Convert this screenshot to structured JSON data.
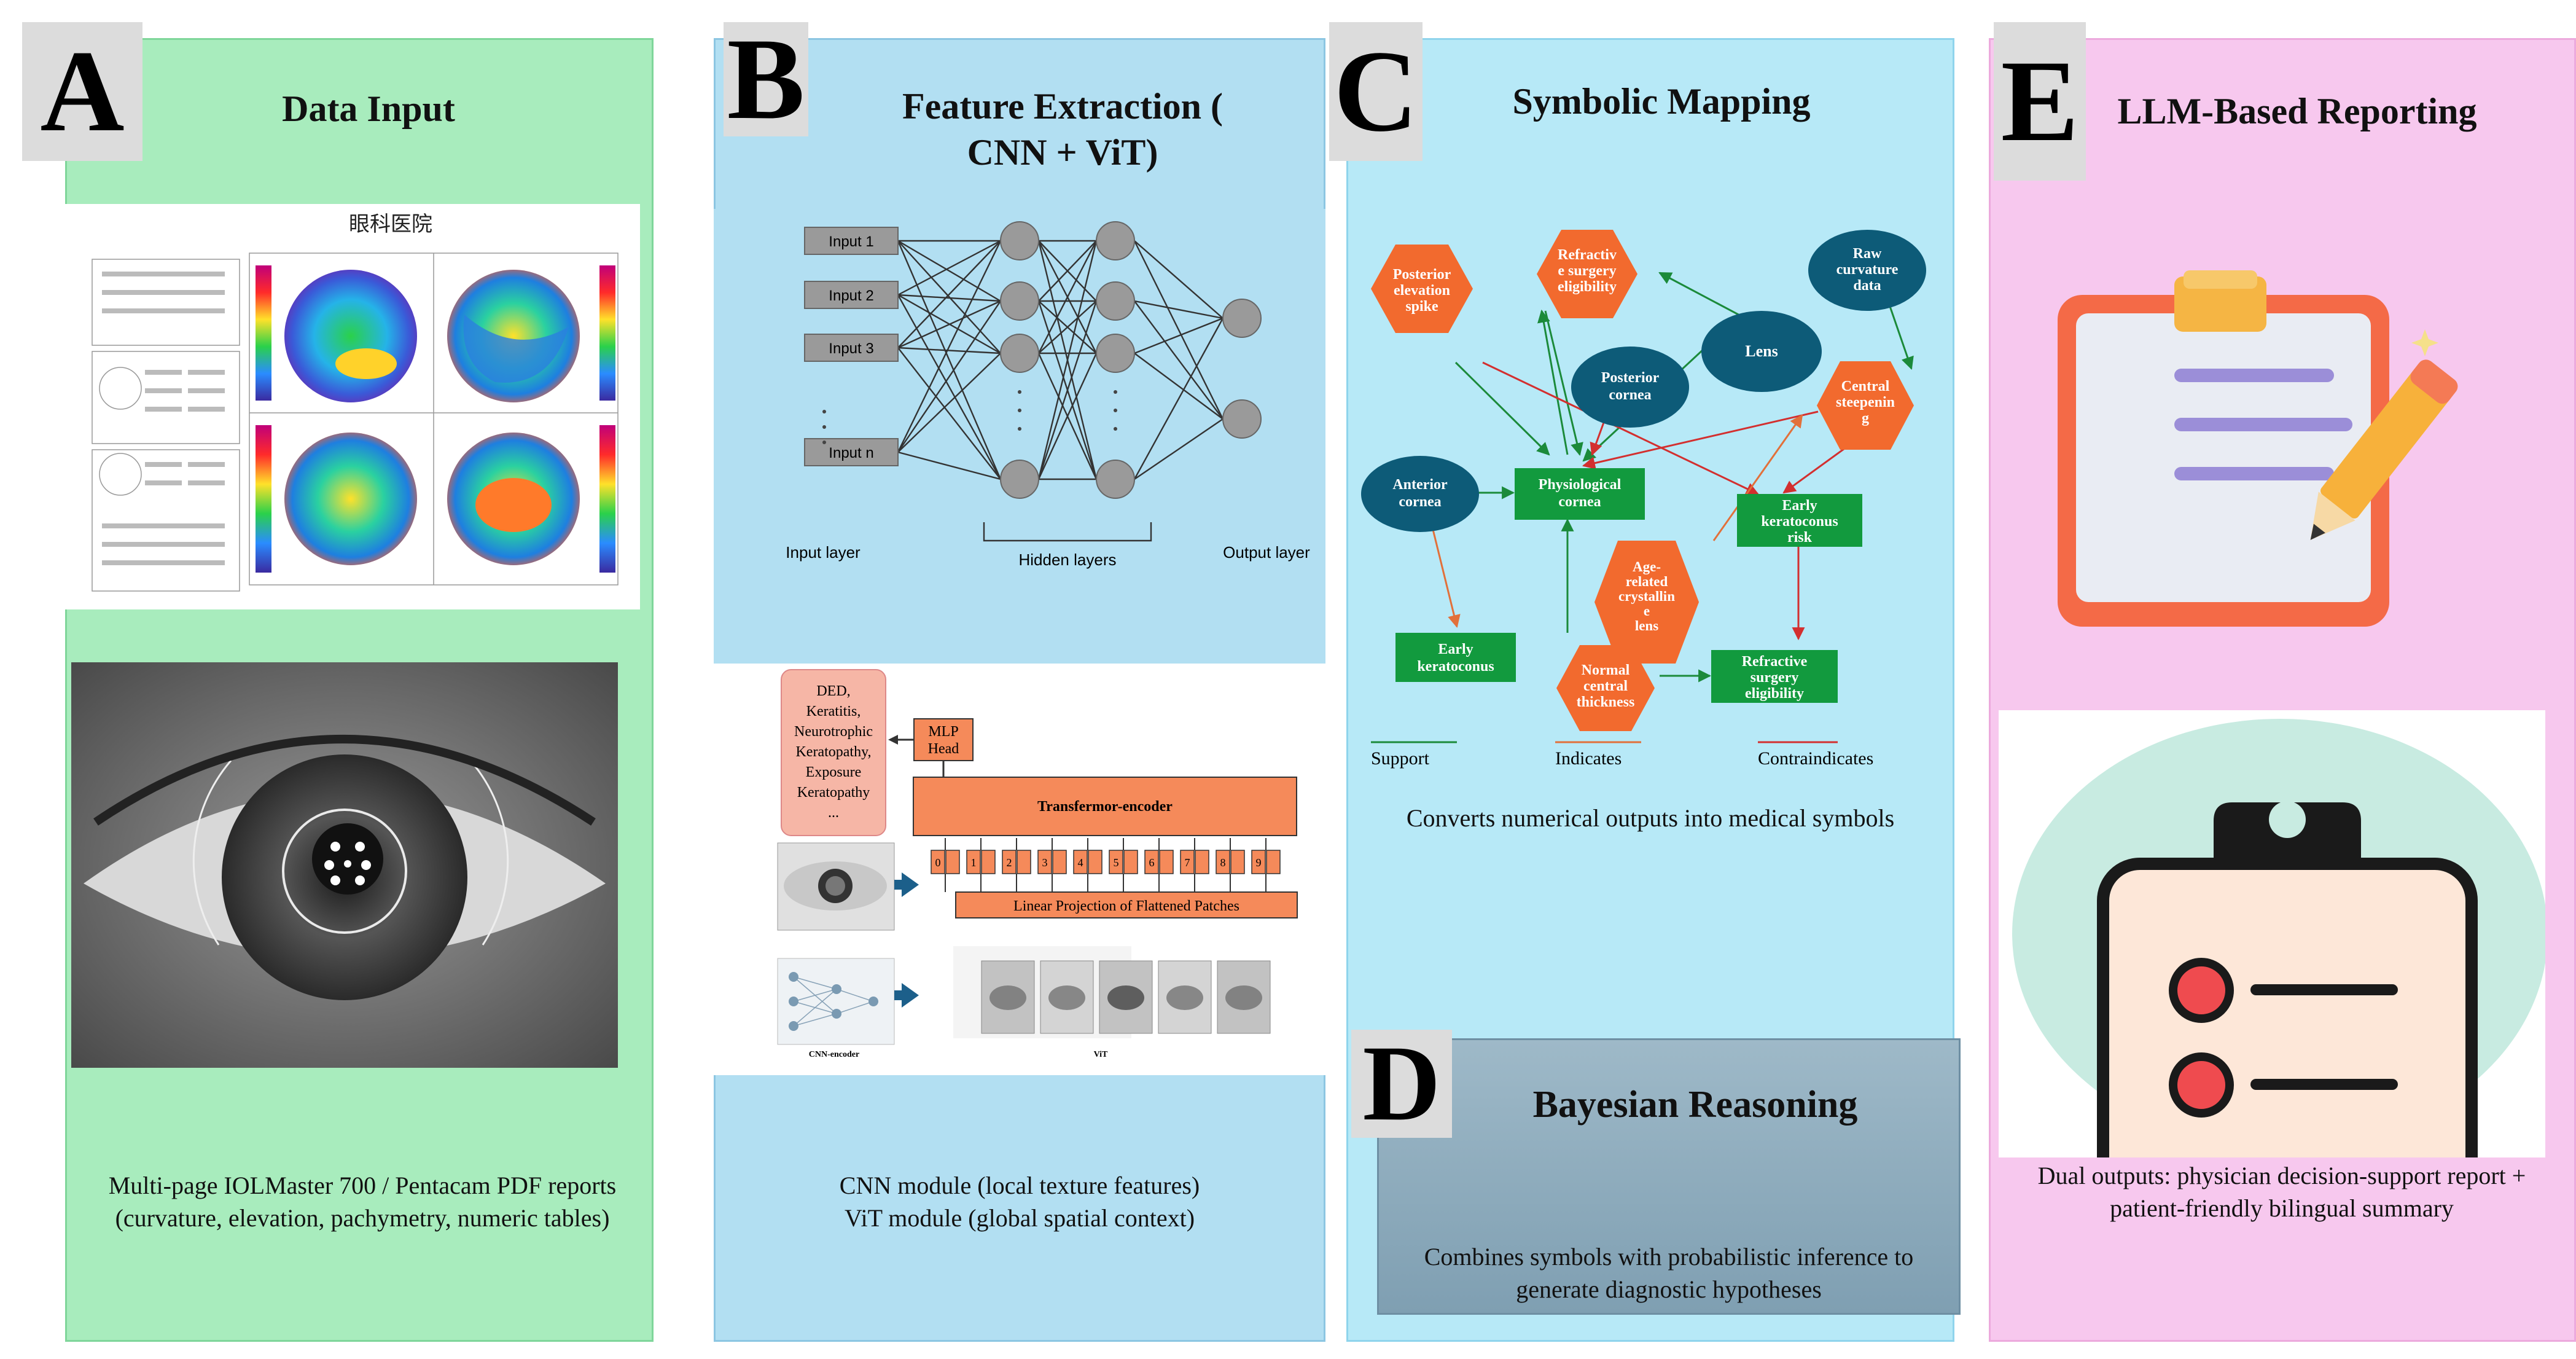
{
  "panels": {
    "a": {
      "letter": "A",
      "title": "Data Input",
      "report_header": "眼科医院",
      "caption1": "Multi-page IOLMaster 700 / Pentacam PDF reports",
      "caption2": "(curvature, elevation, pachymetry, numeric tables)"
    },
    "b": {
      "letter": "B",
      "title1": "Feature Extraction (",
      "title2": "CNN + ViT)",
      "nn_inputs": [
        "Input 1",
        "Input 2",
        "Input 3",
        "Input n"
      ],
      "nn_layers": [
        "Input layer",
        "Hidden layers",
        "Output layer"
      ],
      "vit_classes": [
        "DED,",
        "Keratitis,",
        "Neurotrophic",
        "Keratopathy,",
        "Exposure",
        "Keratopathy",
        "..."
      ],
      "mlp_head": [
        "MLP",
        "Head"
      ],
      "encoder": "Transfermor-encoder",
      "projection": "Linear Projection of Flattened Patches",
      "tokens": [
        "0",
        "1",
        "2",
        "3",
        "4",
        "5",
        "6",
        "7",
        "8",
        "9"
      ],
      "cnn_label": "CNN-encoder",
      "vit_label": "ViT",
      "caption1": "CNN module (local texture features)",
      "caption2": "ViT module (global spatial context)"
    },
    "c": {
      "letter": "C",
      "title": "Symbolic Mapping",
      "nodes": {
        "posterior_elevation": [
          "Posterior",
          "elevation",
          "spike"
        ],
        "refractive_eligibility": [
          "Refractiv",
          "e surgery",
          "eligibility"
        ],
        "raw_curvature": [
          "Raw",
          "curvature",
          "data"
        ],
        "lens": [
          "Lens"
        ],
        "posterior_cornea": [
          "Posterior",
          "cornea"
        ],
        "central_steepening": [
          "Central",
          "steepenin",
          "g"
        ],
        "anterior_cornea": [
          "Anterior",
          "cornea"
        ],
        "physiological_cornea": [
          "Physiological",
          "cornea"
        ],
        "early_keratoconus_risk": [
          "Early",
          "keratoconus",
          "risk"
        ],
        "age_related_lens": [
          "Age-",
          "related",
          "crystallin",
          "e",
          "lens"
        ],
        "early_keratoconus": [
          "Early",
          "keratoconus"
        ],
        "normal_thickness": [
          "Normal",
          "central",
          "thickness"
        ],
        "refractive_eligibility_2": [
          "Refractive",
          "surgery",
          "eligibility"
        ]
      },
      "legend": [
        "Support",
        "Indicates",
        "Contraindicates"
      ],
      "legend_colors": [
        "#1b8a3a",
        "#e2703a",
        "#d32f2f"
      ],
      "caption": "Converts numerical outputs into medical symbols"
    },
    "d": {
      "letter": "D",
      "title": "Bayesian Reasoning",
      "caption1": "Combines symbols with probabilistic inference to",
      "caption2": "generate diagnostic hypotheses"
    },
    "e": {
      "letter": "E",
      "title": "LLM-Based Reporting",
      "caption1": "Dual outputs: physician decision-support report +",
      "caption2": "patient-friendly bilingual summary"
    }
  },
  "colors": {
    "panel_a": "#a8ecbd",
    "panel_b": "#b2dff2",
    "panel_c": "#b7e9f7",
    "panel_d": "#8fadbe",
    "panel_e": "#f7c8ee",
    "hexagon": "#f26a2e",
    "ellipse": "#0d5b78",
    "rect_green": "#129a3e"
  }
}
